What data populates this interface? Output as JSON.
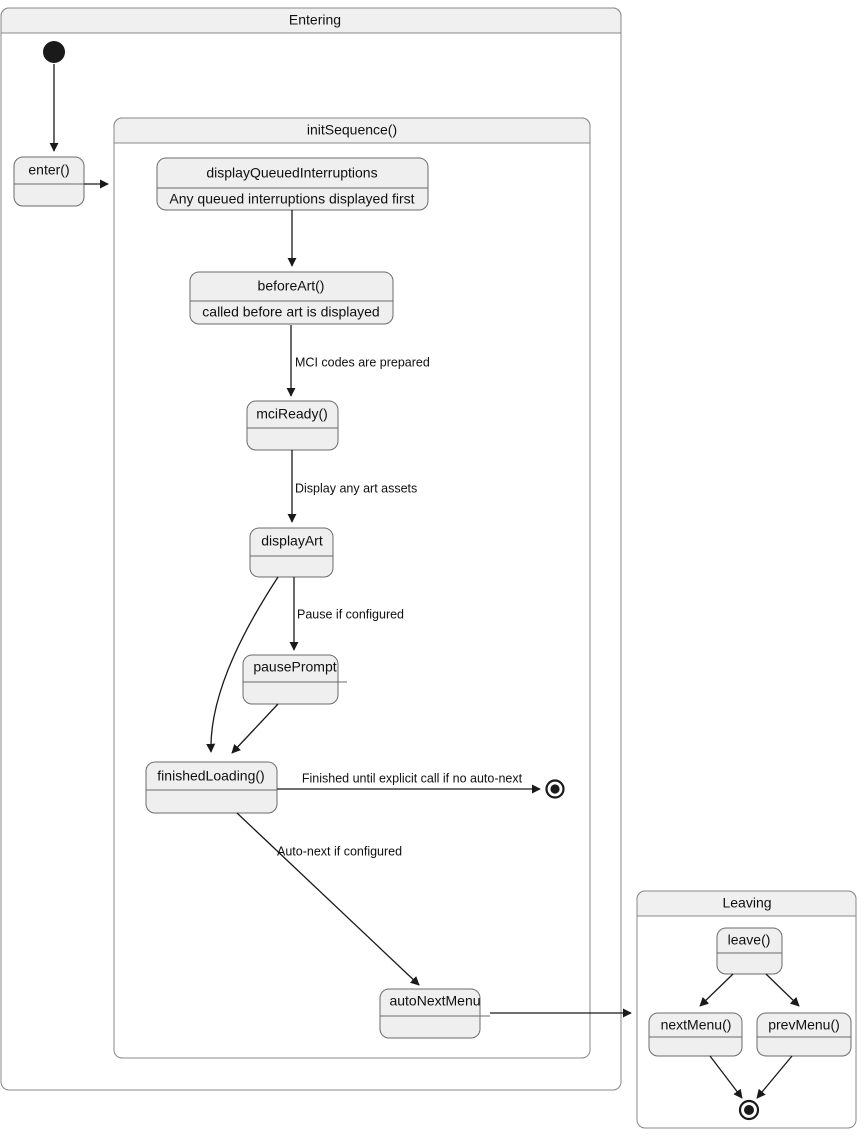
{
  "diagram": {
    "type": "uml-state-diagram",
    "title_visible": false
  },
  "composites": {
    "entering": {
      "label": "Entering"
    },
    "init_sequence": {
      "label": "initSequence()"
    },
    "leaving": {
      "label": "Leaving"
    }
  },
  "states": {
    "enter": {
      "title": "enter()",
      "desc": ""
    },
    "display_queued_interruptions": {
      "title": "displayQueuedInterruptions",
      "desc": "Any queued interruptions displayed first"
    },
    "before_art": {
      "title": "beforeArt()",
      "desc": "called before art is displayed"
    },
    "mci_ready": {
      "title": "mciReady()",
      "desc": ""
    },
    "display_art": {
      "title": "displayArt",
      "desc": ""
    },
    "pause_prompt": {
      "title": "pausePrompt",
      "desc": ""
    },
    "finished_loading": {
      "title": "finishedLoading()",
      "desc": ""
    },
    "auto_next_menu": {
      "title": "autoNextMenu",
      "desc": ""
    },
    "leave": {
      "title": "leave()",
      "desc": ""
    },
    "next_menu": {
      "title": "nextMenu()",
      "desc": ""
    },
    "prev_menu": {
      "title": "prevMenu()",
      "desc": ""
    }
  },
  "transitions": {
    "initial_to_enter": {
      "label": ""
    },
    "enter_to_init_sequence": {
      "label": ""
    },
    "dqi_to_before_art": {
      "label": ""
    },
    "before_art_to_mci_ready": {
      "label": "MCI codes are prepared"
    },
    "mci_ready_to_display_art": {
      "label": "Display any art assets"
    },
    "display_art_to_pause_prompt": {
      "label": "Pause if configured"
    },
    "display_art_to_finished_loading": {
      "label": ""
    },
    "pause_prompt_to_finished_loading": {
      "label": ""
    },
    "finished_loading_to_final": {
      "label": "Finished until explicit call if no auto-next"
    },
    "finished_loading_to_auto_next": {
      "label": "Auto-next if configured"
    },
    "auto_next_to_leaving": {
      "label": ""
    },
    "leave_to_next_menu": {
      "label": ""
    },
    "leave_to_prev_menu": {
      "label": ""
    },
    "next_menu_to_final": {
      "label": ""
    },
    "prev_menu_to_final": {
      "label": ""
    }
  },
  "nodes": {
    "initial_state": {
      "name": "initial-state"
    },
    "entering_final_state": {
      "name": "final-state"
    },
    "leaving_final_state": {
      "name": "final-state"
    }
  },
  "colors": {
    "state_fill": "#efefef",
    "state_stroke": "#6b6b6b",
    "composite_header_fill": "#f0f0f0",
    "composite_stroke": "#888888",
    "edge_stroke": "#1a1a1a",
    "canvas": "#ffffff"
  }
}
